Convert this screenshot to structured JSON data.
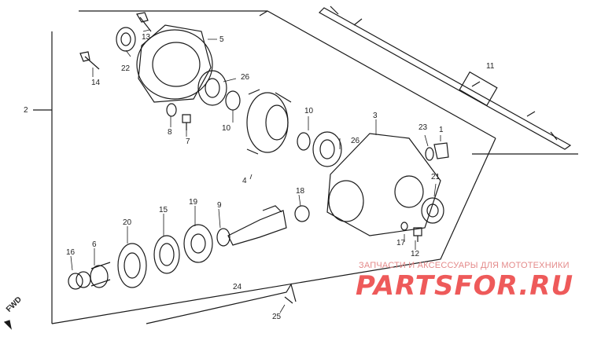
{
  "diagram": {
    "part_labels": {
      "p1": "1",
      "p2": "2",
      "p3": "3",
      "p4": "4",
      "p5": "5",
      "p6": "6",
      "p7": "7",
      "p8": "8",
      "p9": "9",
      "p10a": "10",
      "p10b": "10",
      "p11": "11",
      "p12": "12",
      "p13": "13",
      "p14": "14",
      "p15": "15",
      "p16": "16",
      "p17": "17",
      "p18": "18",
      "p19": "19",
      "p20": "20",
      "p21": "21",
      "p22": "22",
      "p23": "23",
      "p24": "24",
      "p25": "25",
      "p26a": "26",
      "p26b": "26"
    },
    "fwd_label": "FWD"
  },
  "watermark": {
    "tagline": "ЗАПЧАСТИ И АКСЕССУАРЫ ДЛЯ МОТОТЕХНИКИ",
    "logo": "PARTSFOR.RU"
  },
  "colors": {
    "line": "#1a1a1a",
    "watermark": "#ee5a5a"
  }
}
